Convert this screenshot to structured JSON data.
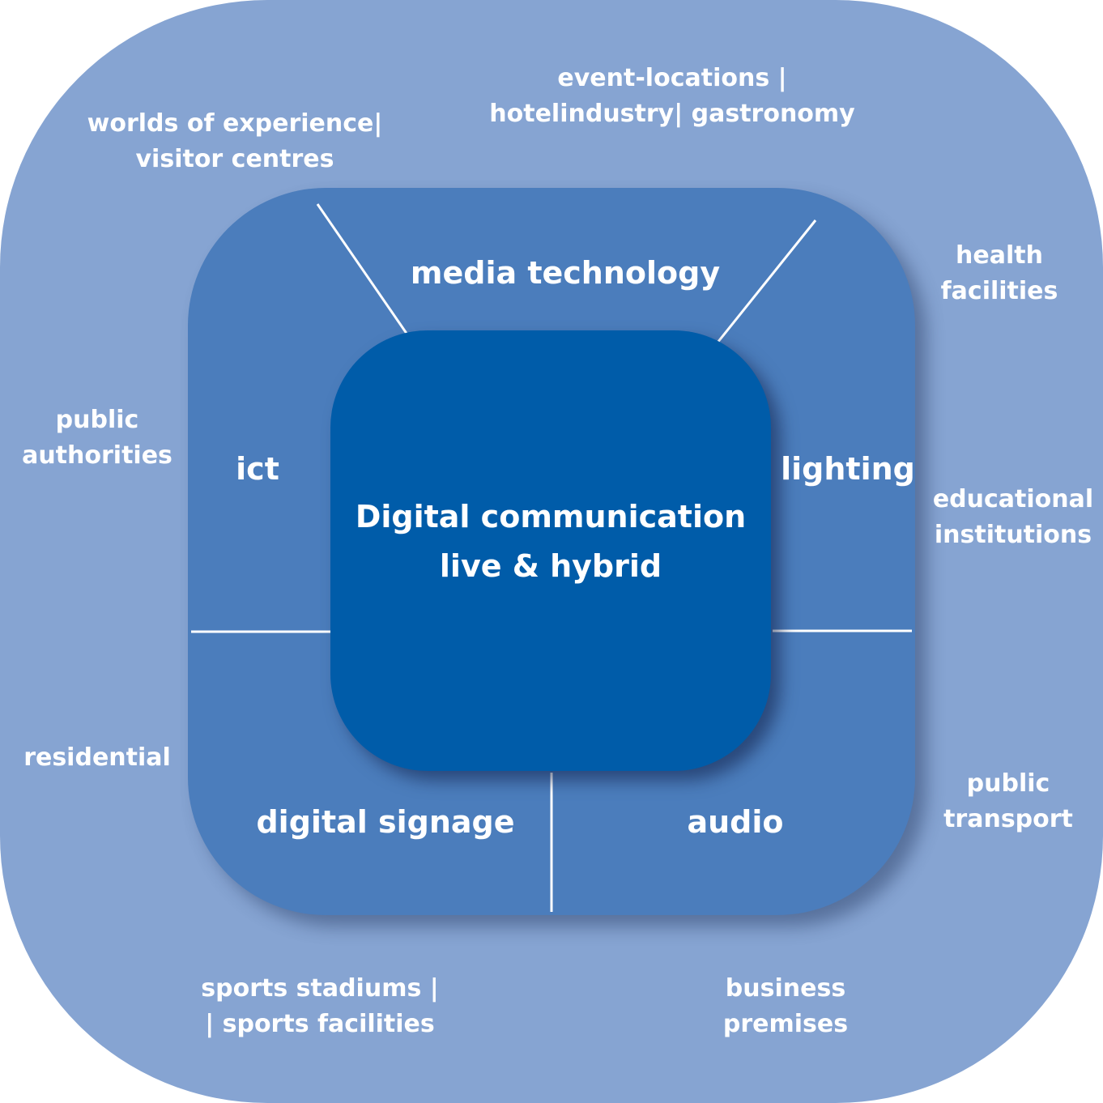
{
  "center": {
    "line1": "Digital communication",
    "line2": "live & hybrid"
  },
  "segments": {
    "top": "media technology",
    "left": "ict",
    "right": "lighting",
    "bottom_left": "digital signage",
    "bottom_right": "audio"
  },
  "sectors": {
    "worlds": {
      "line1": "worlds of experience|",
      "line2": "visitor centres"
    },
    "events": {
      "line1": "event-locations |",
      "line2": "hotelindustry| gastronomy"
    },
    "health": {
      "line1": "health",
      "line2": "facilities"
    },
    "authorities": {
      "line1": "public",
      "line2": "authorities"
    },
    "education": {
      "line1": "educational",
      "line2": "institutions"
    },
    "residential": {
      "line1": "residential"
    },
    "transport": {
      "line1": "public",
      "line2": "transport"
    },
    "sports": {
      "line1": "sports stadiums |",
      "line2": "| sports facilities"
    },
    "business": {
      "line1": "business",
      "line2": "premises"
    }
  },
  "colors": {
    "outer": "#86a4d2",
    "middle": "#4b7dbc",
    "inner": "#005ca9",
    "text": "#ffffff"
  }
}
